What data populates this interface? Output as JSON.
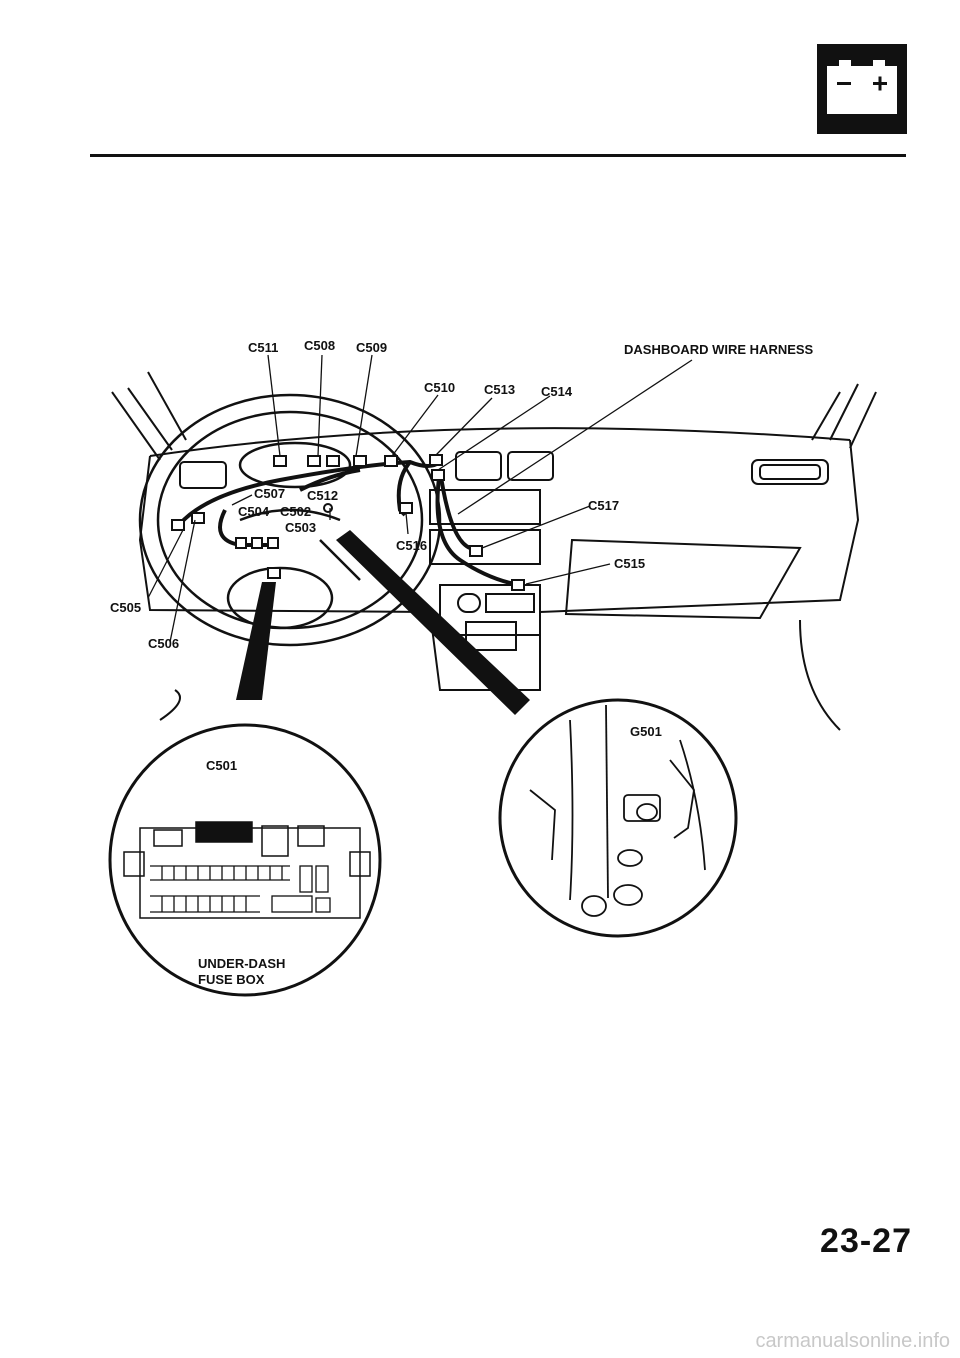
{
  "header": {
    "icon": "battery-icon"
  },
  "labels": {
    "c511": "C511",
    "c508": "C508",
    "c509": "C509",
    "harness": "DASHBOARD WIRE HARNESS",
    "c510": "C510",
    "c513": "C513",
    "c514": "C514",
    "c507": "C507",
    "c512": "C512",
    "c504": "C504",
    "c502": "C502",
    "c503": "C503",
    "c516": "C516",
    "c517": "C517",
    "c515": "C515",
    "c505": "C505",
    "c506": "C506",
    "c501": "C501",
    "g501": "G501",
    "fusebox_line1": "UNDER-DASH",
    "fusebox_line2": "FUSE BOX"
  },
  "page_number": "23-27",
  "footer": "carmanualsonline.info"
}
